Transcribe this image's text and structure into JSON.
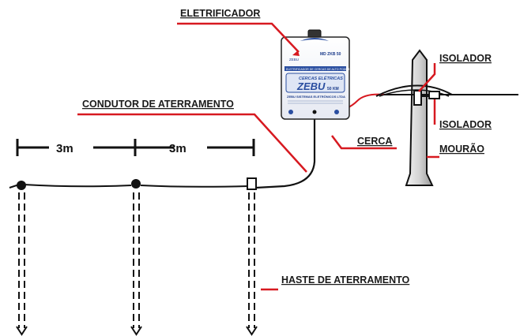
{
  "labels": {
    "eletrificador": "ELETRIFICADOR",
    "isolador_top": "ISOLADOR",
    "isolador_bottom": "ISOLADOR",
    "condutor": "CONDUTOR DE ATERRAMENTO",
    "cerca": "CERCA",
    "mourao": "MOURÃO",
    "haste": "HASTE DE ATERRAMENTO"
  },
  "distances": {
    "first": "3m",
    "second": "3m"
  },
  "device": {
    "model": "MD ZKB 50",
    "subtitle": "ELETRIFICADOR DE CERCAS DE ALTO PODER",
    "arc_text": "CERCAS ELÉTRICAS",
    "brand": "ZEBU",
    "range": "50 KM",
    "company": "ZEBU SISTEMAS ELETRÔNICOS LTDA"
  },
  "colors": {
    "leader": "#d71920",
    "line": "#111111",
    "post": "#cfcfcf",
    "device_blue": "#2a4ea0"
  }
}
